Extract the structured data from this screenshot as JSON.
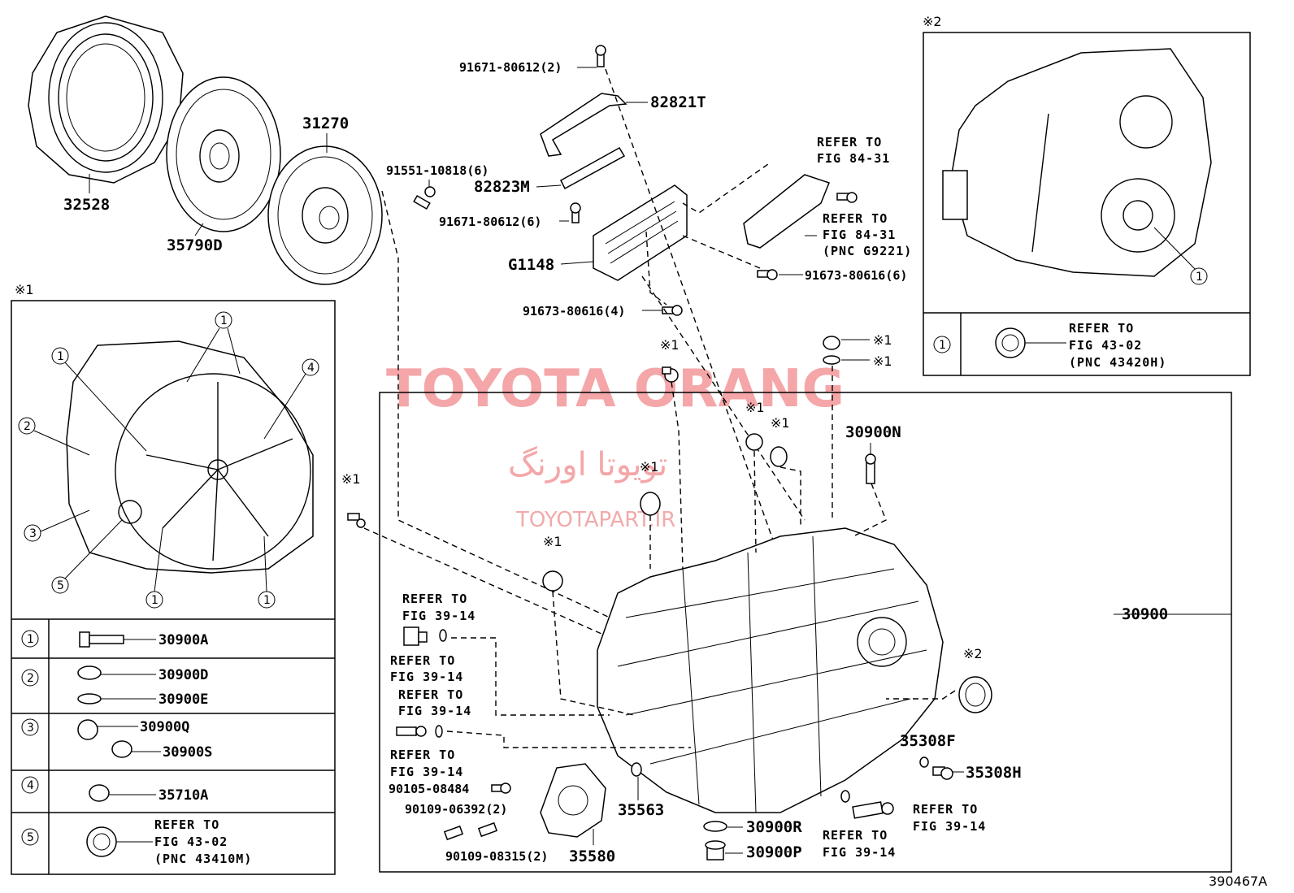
{
  "watermark": {
    "brand": "TOYOTA ORANG",
    "brand_fa": "تویوتا اورنگ",
    "url": "TOYOTAPART.IR"
  },
  "figure_code": "390467A",
  "parts": {
    "p32528": "32528",
    "p35790D": "35790D",
    "p31270": "31270",
    "p91551": "91551-10818(6)",
    "p91671_top": "91671-80612(2)",
    "p82821T": "82821T",
    "p82823M": "82823M",
    "p91671_mid": "91671-80612(6)",
    "pG1148": "G1148",
    "p91673_4": "91673-80616(4)",
    "p91673_6": "91673-80616(6)",
    "p30900N": "30900N",
    "p30900": "30900",
    "p35308F": "35308F",
    "p35308H": "35308H",
    "p90105": "90105-08484",
    "p90109_06392": "90109-06392(2)",
    "p90109_08315": "90109-08315(2)",
    "p35580": "35580",
    "p35563": "35563",
    "p30900R": "30900R",
    "p30900P": "30900P"
  },
  "refs": {
    "refer_to": "REFER TO",
    "fig_84_31": "FIG 84-31",
    "pnc_g9221": "(PNC G9221)",
    "fig_39_14": "FIG 39-14",
    "fig_43_02": "FIG 43-02",
    "pnc_43420h": "(PNC 43420H)",
    "pnc_43410m": "(PNC 43410M)"
  },
  "marks": {
    "note1": "※1",
    "note2": "※2"
  },
  "inset1": {
    "callouts": [
      "1",
      "2",
      "3",
      "4",
      "5"
    ],
    "rows": [
      {
        "num": "1",
        "parts": [
          "30900A"
        ]
      },
      {
        "num": "2",
        "parts": [
          "30900D",
          "30900E"
        ]
      },
      {
        "num": "3",
        "parts": [
          "30900Q",
          "30900S"
        ]
      },
      {
        "num": "4",
        "parts": [
          "35710A"
        ]
      },
      {
        "num": "5",
        "parts": []
      }
    ]
  },
  "inset2": {
    "row_num": "1"
  }
}
